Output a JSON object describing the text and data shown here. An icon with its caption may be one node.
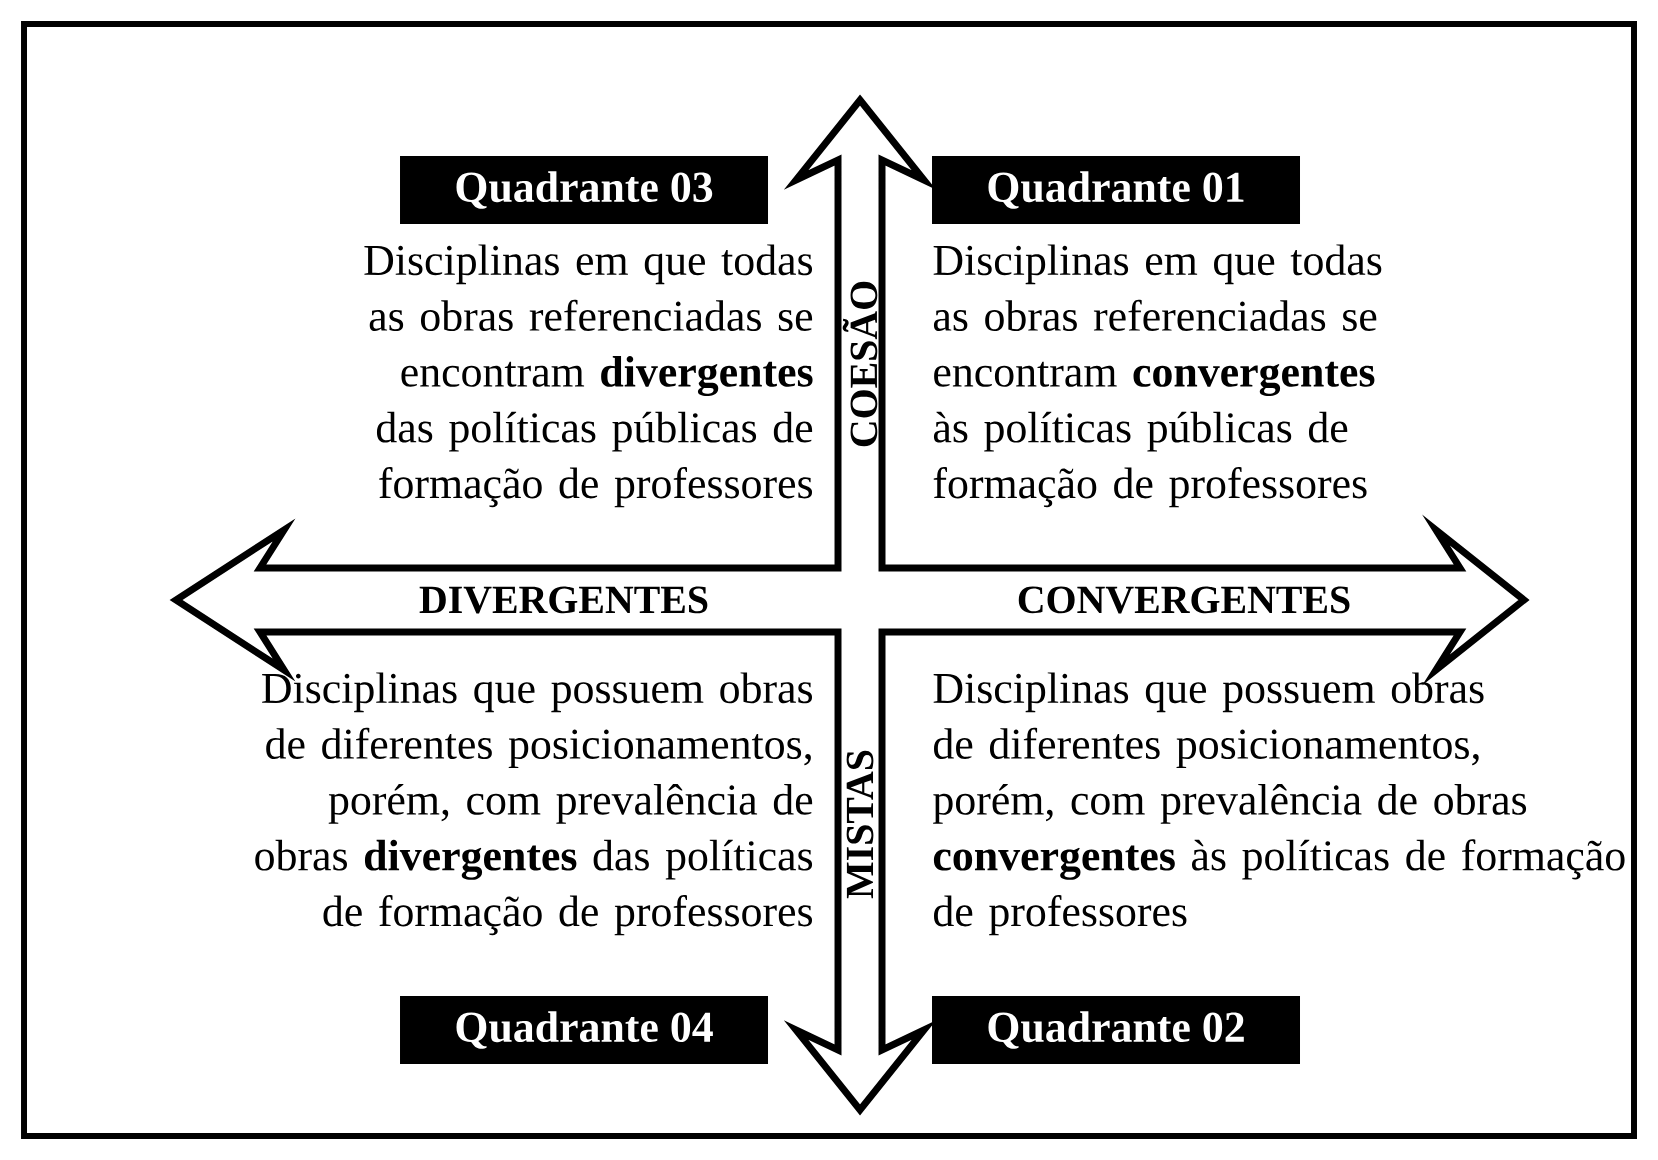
{
  "diagram": {
    "nodes": [
      {
        "text": [
          "Quadrante 03"
        ],
        "beside": [
          "Disciplinas em que todas as obras referenciadas se encontram **divergentes** das políticas públicas de formação de professores"
        ]
      },
      {
        "text": [
          "Quadrante 01"
        ],
        "beside": [
          "Disciplinas em que todas as obras referenciadas se encontram **convergentes** às políticas públicas de formação de professores"
        ]
      },
      {
        "text": [
          "Quadrante 04"
        ],
        "beside": [
          "Disciplinas que possuem obras de diferentes posicionamentos, porém, com prevalência de obras **divergentes** das políticas de formação de professores"
        ]
      },
      {
        "text": [
          "Quadrante 02"
        ],
        "beside": [
          "Disciplinas que possuem obras de diferentes posicionamentos, porém, com prevalência de obras **convergentes** às políticas de formação de professores"
        ]
      }
    ],
    "labels": [
      "COESÃO",
      "DIVERGENTES",
      "CONVERGENTES",
      "MISTAS"
    ]
  }
}
